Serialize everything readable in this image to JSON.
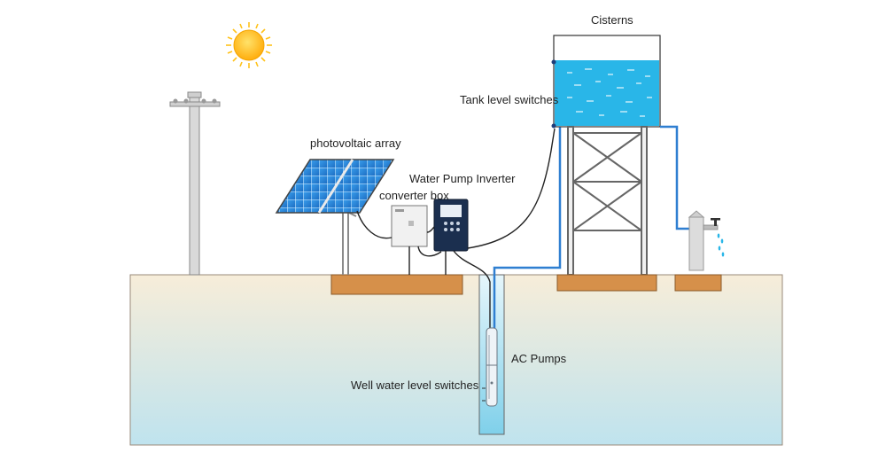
{
  "labels": {
    "cisterns": "Cisterns",
    "tank_level_switches": "Tank level switches",
    "photovoltaic_array": "photovoltaic array",
    "water_pump_inverter": "Water Pump Inverter",
    "converter_box": "converter box",
    "ac_pumps": "AC Pumps",
    "well_water_level_switches": "Well water level switches"
  },
  "icons": {
    "sun": "sun-icon",
    "pole": "utility-pole-icon",
    "tap": "water-tap-icon"
  },
  "colors": {
    "water": "#29b6e8",
    "pipe": "#2f7fd1",
    "ground_top": "#f7edd9",
    "ground_bottom": "#bfe3ee",
    "foundation": "#d6904a",
    "sun": "#ffc21a",
    "panel": "#2f8fe0"
  }
}
